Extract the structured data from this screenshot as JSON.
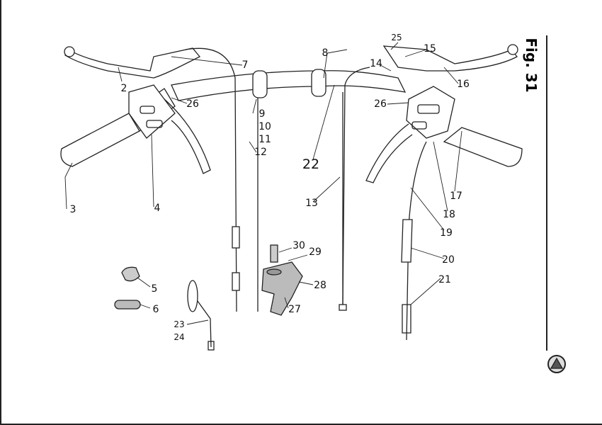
{
  "figure": {
    "title": "Fig. 31"
  },
  "callouts": [
    "2",
    "7",
    "26",
    "9",
    "10",
    "11",
    "12",
    "3",
    "4",
    "8",
    "22",
    "13",
    "25",
    "15",
    "14",
    "16",
    "26",
    "17",
    "18",
    "19",
    "20",
    "21",
    "30",
    "29",
    "28",
    "27",
    "5",
    "6",
    "23",
    "24"
  ],
  "colors": {
    "line": "#222222",
    "part_fill": "#bbbbbb",
    "background": "#ffffff"
  }
}
